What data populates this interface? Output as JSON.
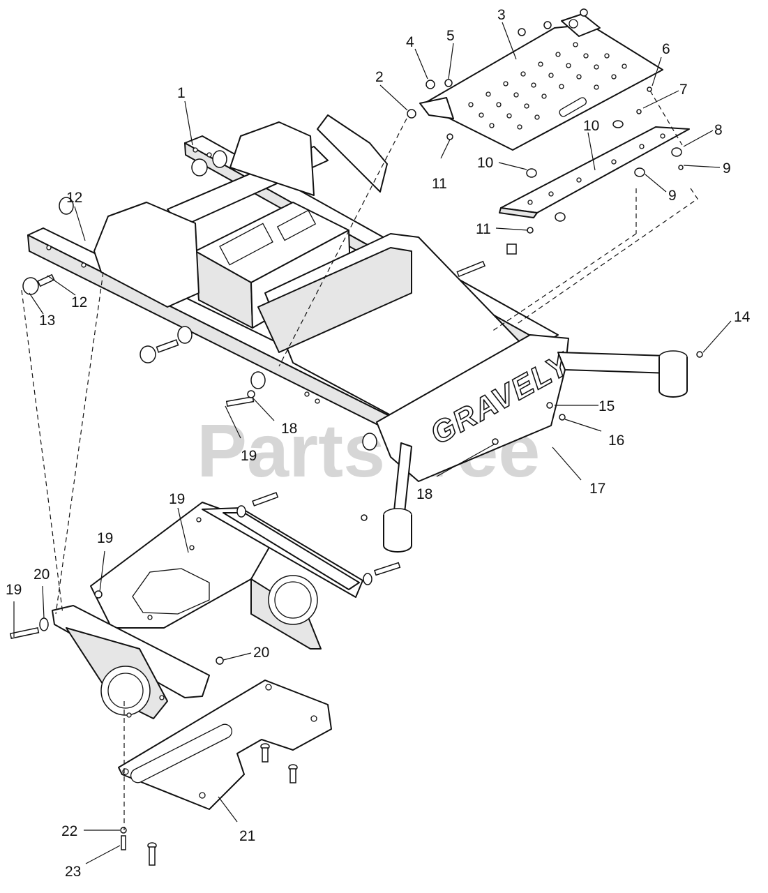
{
  "watermark": "PartsTree",
  "brand_decal": "GRAVELY",
  "callouts": [
    "1",
    "2",
    "3",
    "4",
    "5",
    "6",
    "7",
    "8",
    "9",
    "9",
    "10",
    "10",
    "11",
    "11",
    "12",
    "12",
    "13",
    "14",
    "15",
    "16",
    "17",
    "18",
    "18",
    "19",
    "19",
    "19",
    "19",
    "20",
    "20",
    "21",
    "22",
    "23"
  ]
}
